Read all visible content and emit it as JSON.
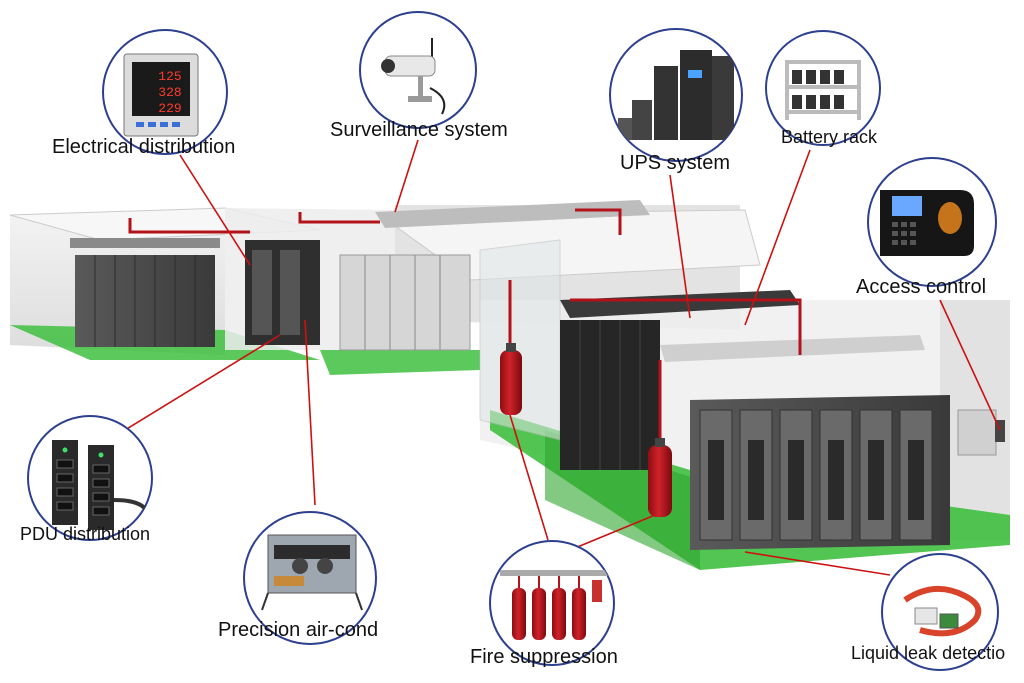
{
  "labels": {
    "electrical": "Electrical distribution",
    "surveillance": "Surveillance system",
    "ups": "UPS system",
    "battery": "Battery rack",
    "access": "Access control",
    "pdu": "PDU distribution",
    "aircond": "Precision air-cond",
    "fire": "Fire suppression",
    "leak": "Liquid leak detectio"
  },
  "meter_readings": [
    "125",
    "328",
    "229"
  ],
  "colors": {
    "callout_line": "#cc1111",
    "circle_border": "#2d3f8f",
    "floor": "#3fbf3f",
    "rack": "#4a4a4a",
    "wall": "#e6e6e6",
    "cylinder": "#b8141a"
  }
}
